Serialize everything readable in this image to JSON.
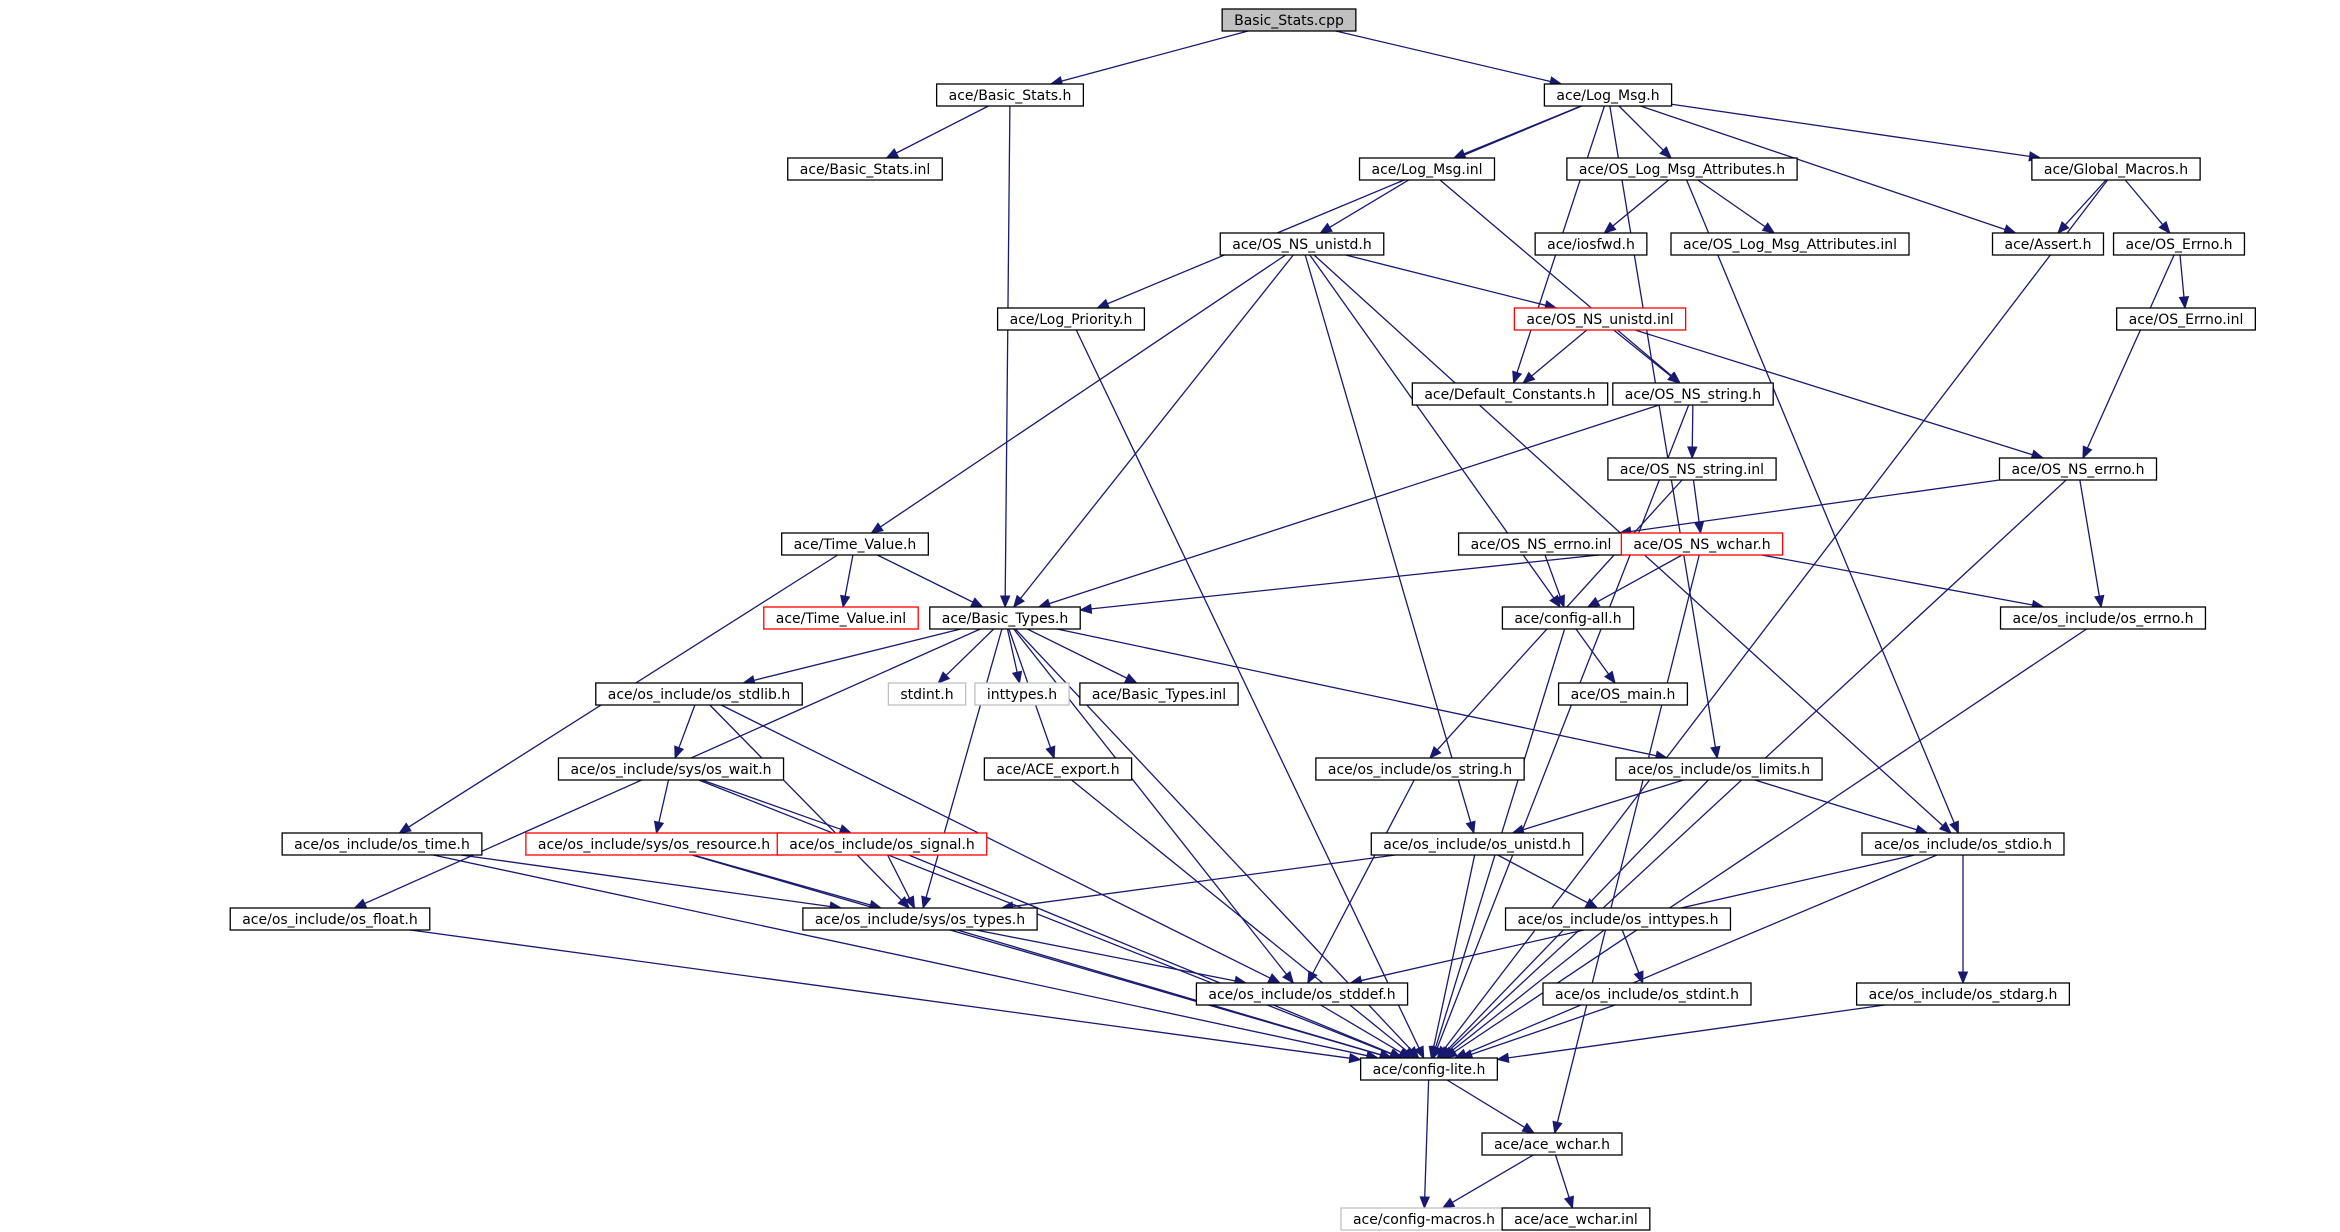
{
  "diagram": {
    "edge_color": "#191970",
    "nodes": [
      {
        "id": "basic_stats_cpp",
        "label": "Basic_Stats.cpp",
        "style": "root"
      },
      {
        "id": "basic_stats_h",
        "label": "ace/Basic_Stats.h",
        "style": "normal"
      },
      {
        "id": "log_msg_h",
        "label": "ace/Log_Msg.h",
        "style": "normal"
      },
      {
        "id": "basic_stats_inl",
        "label": "ace/Basic_Stats.inl",
        "style": "normal"
      },
      {
        "id": "log_msg_inl",
        "label": "ace/Log_Msg.inl",
        "style": "normal"
      },
      {
        "id": "os_log_msg_attributes_h",
        "label": "ace/OS_Log_Msg_Attributes.h",
        "style": "normal"
      },
      {
        "id": "global_macros_h",
        "label": "ace/Global_Macros.h",
        "style": "normal"
      },
      {
        "id": "os_ns_unistd_h",
        "label": "ace/OS_NS_unistd.h",
        "style": "normal"
      },
      {
        "id": "iosfwd_h",
        "label": "ace/iosfwd.h",
        "style": "normal"
      },
      {
        "id": "os_log_msg_attributes_inl",
        "label": "ace/OS_Log_Msg_Attributes.inl",
        "style": "normal"
      },
      {
        "id": "assert_h",
        "label": "ace/Assert.h",
        "style": "normal"
      },
      {
        "id": "os_errno_h",
        "label": "ace/OS_Errno.h",
        "style": "normal"
      },
      {
        "id": "log_priority_h",
        "label": "ace/Log_Priority.h",
        "style": "normal"
      },
      {
        "id": "os_ns_unistd_inl",
        "label": "ace/OS_NS_unistd.inl",
        "style": "red"
      },
      {
        "id": "os_errno_inl",
        "label": "ace/OS_Errno.inl",
        "style": "normal"
      },
      {
        "id": "default_constants_h",
        "label": "ace/Default_Constants.h",
        "style": "normal"
      },
      {
        "id": "os_ns_string_h",
        "label": "ace/OS_NS_string.h",
        "style": "normal"
      },
      {
        "id": "os_ns_string_inl",
        "label": "ace/OS_NS_string.inl",
        "style": "normal"
      },
      {
        "id": "os_ns_errno_h",
        "label": "ace/OS_NS_errno.h",
        "style": "normal"
      },
      {
        "id": "time_value_h",
        "label": "ace/Time_Value.h",
        "style": "normal"
      },
      {
        "id": "os_ns_errno_inl",
        "label": "ace/OS_NS_errno.inl",
        "style": "normal"
      },
      {
        "id": "os_ns_wchar_h",
        "label": "ace/OS_NS_wchar.h",
        "style": "red"
      },
      {
        "id": "time_value_inl",
        "label": "ace/Time_Value.inl",
        "style": "red"
      },
      {
        "id": "basic_types_h",
        "label": "ace/Basic_Types.h",
        "style": "normal"
      },
      {
        "id": "config_all_h",
        "label": "ace/config-all.h",
        "style": "normal"
      },
      {
        "id": "os_include_os_errno_h",
        "label": "ace/os_include/os_errno.h",
        "style": "normal"
      },
      {
        "id": "os_include_os_stdlib_h",
        "label": "ace/os_include/os_stdlib.h",
        "style": "normal"
      },
      {
        "id": "stdint_h",
        "label": "stdint.h",
        "style": "gray"
      },
      {
        "id": "inttypes_h",
        "label": "inttypes.h",
        "style": "gray"
      },
      {
        "id": "basic_types_inl",
        "label": "ace/Basic_Types.inl",
        "style": "normal"
      },
      {
        "id": "os_main_h",
        "label": "ace/OS_main.h",
        "style": "normal"
      },
      {
        "id": "os_include_sys_os_wait_h",
        "label": "ace/os_include/sys/os_wait.h",
        "style": "normal"
      },
      {
        "id": "ace_export_h",
        "label": "ace/ACE_export.h",
        "style": "normal"
      },
      {
        "id": "os_include_os_string_h",
        "label": "ace/os_include/os_string.h",
        "style": "normal"
      },
      {
        "id": "os_include_os_limits_h",
        "label": "ace/os_include/os_limits.h",
        "style": "normal"
      },
      {
        "id": "os_include_os_time_h",
        "label": "ace/os_include/os_time.h",
        "style": "normal"
      },
      {
        "id": "os_include_sys_os_resource_h",
        "label": "ace/os_include/sys/os_resource.h",
        "style": "red"
      },
      {
        "id": "os_include_os_signal_h",
        "label": "ace/os_include/os_signal.h",
        "style": "red"
      },
      {
        "id": "os_include_os_unistd_h",
        "label": "ace/os_include/os_unistd.h",
        "style": "normal"
      },
      {
        "id": "os_include_os_stdio_h",
        "label": "ace/os_include/os_stdio.h",
        "style": "normal"
      },
      {
        "id": "os_include_os_float_h",
        "label": "ace/os_include/os_float.h",
        "style": "normal"
      },
      {
        "id": "os_include_sys_os_types_h",
        "label": "ace/os_include/sys/os_types.h",
        "style": "normal"
      },
      {
        "id": "os_include_os_inttypes_h",
        "label": "ace/os_include/os_inttypes.h",
        "style": "normal"
      },
      {
        "id": "os_include_os_stddef_h",
        "label": "ace/os_include/os_stddef.h",
        "style": "normal"
      },
      {
        "id": "os_include_os_stdint_h",
        "label": "ace/os_include/os_stdint.h",
        "style": "normal"
      },
      {
        "id": "os_include_os_stdarg_h",
        "label": "ace/os_include/os_stdarg.h",
        "style": "normal"
      },
      {
        "id": "config_lite_h",
        "label": "ace/config-lite.h",
        "style": "normal"
      },
      {
        "id": "ace_wchar_h",
        "label": "ace/ace_wchar.h",
        "style": "normal"
      },
      {
        "id": "config_macros_h",
        "label": "ace/config-macros.h",
        "style": "gray"
      },
      {
        "id": "ace_wchar_inl",
        "label": "ace/ace_wchar.inl",
        "style": "normal"
      }
    ],
    "edges": [
      [
        "basic_stats_cpp",
        "basic_stats_h"
      ],
      [
        "basic_stats_cpp",
        "log_msg_h"
      ],
      [
        "basic_stats_h",
        "basic_stats_inl"
      ],
      [
        "basic_stats_h",
        "basic_types_h"
      ],
      [
        "log_msg_h",
        "log_msg_inl"
      ],
      [
        "log_msg_h",
        "os_log_msg_attributes_h"
      ],
      [
        "log_msg_h",
        "global_macros_h"
      ],
      [
        "log_msg_h",
        "assert_h"
      ],
      [
        "log_msg_h",
        "log_priority_h"
      ],
      [
        "log_msg_h",
        "default_constants_h"
      ],
      [
        "log_msg_h",
        "os_include_os_limits_h"
      ],
      [
        "log_msg_inl",
        "os_ns_unistd_h"
      ],
      [
        "log_msg_inl",
        "os_ns_string_h"
      ],
      [
        "os_log_msg_attributes_h",
        "iosfwd_h"
      ],
      [
        "os_log_msg_attributes_h",
        "os_log_msg_attributes_inl"
      ],
      [
        "os_log_msg_attributes_h",
        "os_include_os_stdio_h"
      ],
      [
        "global_macros_h",
        "assert_h"
      ],
      [
        "global_macros_h",
        "os_errno_h"
      ],
      [
        "global_macros_h",
        "config_lite_h"
      ],
      [
        "os_errno_h",
        "os_errno_inl"
      ],
      [
        "os_errno_h",
        "os_ns_errno_h"
      ],
      [
        "os_ns_unistd_h",
        "os_ns_unistd_inl"
      ],
      [
        "os_ns_unistd_h",
        "time_value_h"
      ],
      [
        "os_ns_unistd_h",
        "basic_types_h"
      ],
      [
        "os_ns_unistd_h",
        "config_all_h"
      ],
      [
        "os_ns_unistd_h",
        "os_include_os_unistd_h"
      ],
      [
        "os_ns_unistd_h",
        "os_include_os_stdio_h"
      ],
      [
        "os_ns_unistd_inl",
        "default_constants_h"
      ],
      [
        "os_ns_unistd_inl",
        "os_ns_string_h"
      ],
      [
        "os_ns_unistd_inl",
        "os_ns_errno_h"
      ],
      [
        "os_ns_string_h",
        "os_ns_string_inl"
      ],
      [
        "os_ns_string_h",
        "basic_types_h"
      ],
      [
        "os_ns_string_h",
        "config_lite_h"
      ],
      [
        "os_ns_string_inl",
        "os_ns_wchar_h"
      ],
      [
        "os_ns_string_inl",
        "os_include_os_string_h"
      ],
      [
        "os_ns_errno_h",
        "os_ns_errno_inl"
      ],
      [
        "os_ns_errno_h",
        "os_include_os_errno_h"
      ],
      [
        "os_ns_errno_h",
        "config_lite_h"
      ],
      [
        "os_ns_errno_inl",
        "config_all_h"
      ],
      [
        "os_ns_wchar_h",
        "basic_types_h"
      ],
      [
        "os_ns_wchar_h",
        "config_all_h"
      ],
      [
        "os_ns_wchar_h",
        "os_include_os_errno_h"
      ],
      [
        "os_ns_wchar_h",
        "ace_wchar_h"
      ],
      [
        "time_value_h",
        "time_value_inl"
      ],
      [
        "time_value_h",
        "basic_types_h"
      ],
      [
        "time_value_h",
        "os_include_os_time_h"
      ],
      [
        "log_priority_h",
        "config_lite_h"
      ],
      [
        "basic_types_h",
        "os_include_os_stdlib_h"
      ],
      [
        "basic_types_h",
        "stdint_h"
      ],
      [
        "basic_types_h",
        "inttypes_h"
      ],
      [
        "basic_types_h",
        "basic_types_inl"
      ],
      [
        "basic_types_h",
        "os_include_os_limits_h"
      ],
      [
        "basic_types_h",
        "ace_export_h"
      ],
      [
        "basic_types_h",
        "os_include_os_float_h"
      ],
      [
        "basic_types_h",
        "os_include_os_stddef_h"
      ],
      [
        "basic_types_h",
        "config_lite_h"
      ],
      [
        "basic_types_h",
        "os_include_sys_os_types_h"
      ],
      [
        "config_all_h",
        "os_main_h"
      ],
      [
        "config_all_h",
        "config_lite_h"
      ],
      [
        "os_include_os_errno_h",
        "config_lite_h"
      ],
      [
        "os_include_os_stdlib_h",
        "os_include_sys_os_wait_h"
      ],
      [
        "os_include_os_stdlib_h",
        "os_include_os_stddef_h"
      ],
      [
        "os_include_os_stdlib_h",
        "os_include_sys_os_types_h"
      ],
      [
        "os_include_sys_os_wait_h",
        "os_include_sys_os_resource_h"
      ],
      [
        "os_include_sys_os_wait_h",
        "os_include_os_signal_h"
      ],
      [
        "os_include_sys_os_wait_h",
        "config_lite_h"
      ],
      [
        "ace_export_h",
        "config_lite_h"
      ],
      [
        "os_include_os_string_h",
        "os_include_os_stddef_h"
      ],
      [
        "os_include_os_limits_h",
        "os_include_os_unistd_h"
      ],
      [
        "os_include_os_limits_h",
        "os_include_os_stdio_h"
      ],
      [
        "os_include_os_limits_h",
        "config_lite_h"
      ],
      [
        "os_include_os_time_h",
        "os_include_sys_os_types_h"
      ],
      [
        "os_include_os_time_h",
        "config_lite_h"
      ],
      [
        "os_include_sys_os_resource_h",
        "os_include_sys_os_types_h"
      ],
      [
        "os_include_sys_os_resource_h",
        "config_lite_h"
      ],
      [
        "os_include_os_signal_h",
        "os_include_sys_os_types_h"
      ],
      [
        "os_include_os_signal_h",
        "config_lite_h"
      ],
      [
        "os_include_os_unistd_h",
        "os_include_sys_os_types_h"
      ],
      [
        "os_include_os_unistd_h",
        "os_include_os_inttypes_h"
      ],
      [
        "os_include_os_unistd_h",
        "config_lite_h"
      ],
      [
        "os_include_os_stdio_h",
        "os_include_os_stddef_h"
      ],
      [
        "os_include_os_stdio_h",
        "os_include_os_stdarg_h"
      ],
      [
        "os_include_os_stdio_h",
        "config_lite_h"
      ],
      [
        "os_include_os_float_h",
        "config_lite_h"
      ],
      [
        "os_include_sys_os_types_h",
        "os_include_os_stddef_h"
      ],
      [
        "os_include_sys_os_types_h",
        "config_lite_h"
      ],
      [
        "os_include_os_inttypes_h",
        "os_include_os_stdint_h"
      ],
      [
        "os_include_os_inttypes_h",
        "config_lite_h"
      ],
      [
        "os_include_os_stddef_h",
        "config_lite_h"
      ],
      [
        "os_include_os_stdint_h",
        "config_lite_h"
      ],
      [
        "os_include_os_stdarg_h",
        "config_lite_h"
      ],
      [
        "config_lite_h",
        "ace_wchar_h"
      ],
      [
        "config_lite_h",
        "config_macros_h"
      ],
      [
        "ace_wchar_h",
        "config_macros_h"
      ],
      [
        "ace_wchar_h",
        "ace_wchar_inl"
      ]
    ]
  }
}
